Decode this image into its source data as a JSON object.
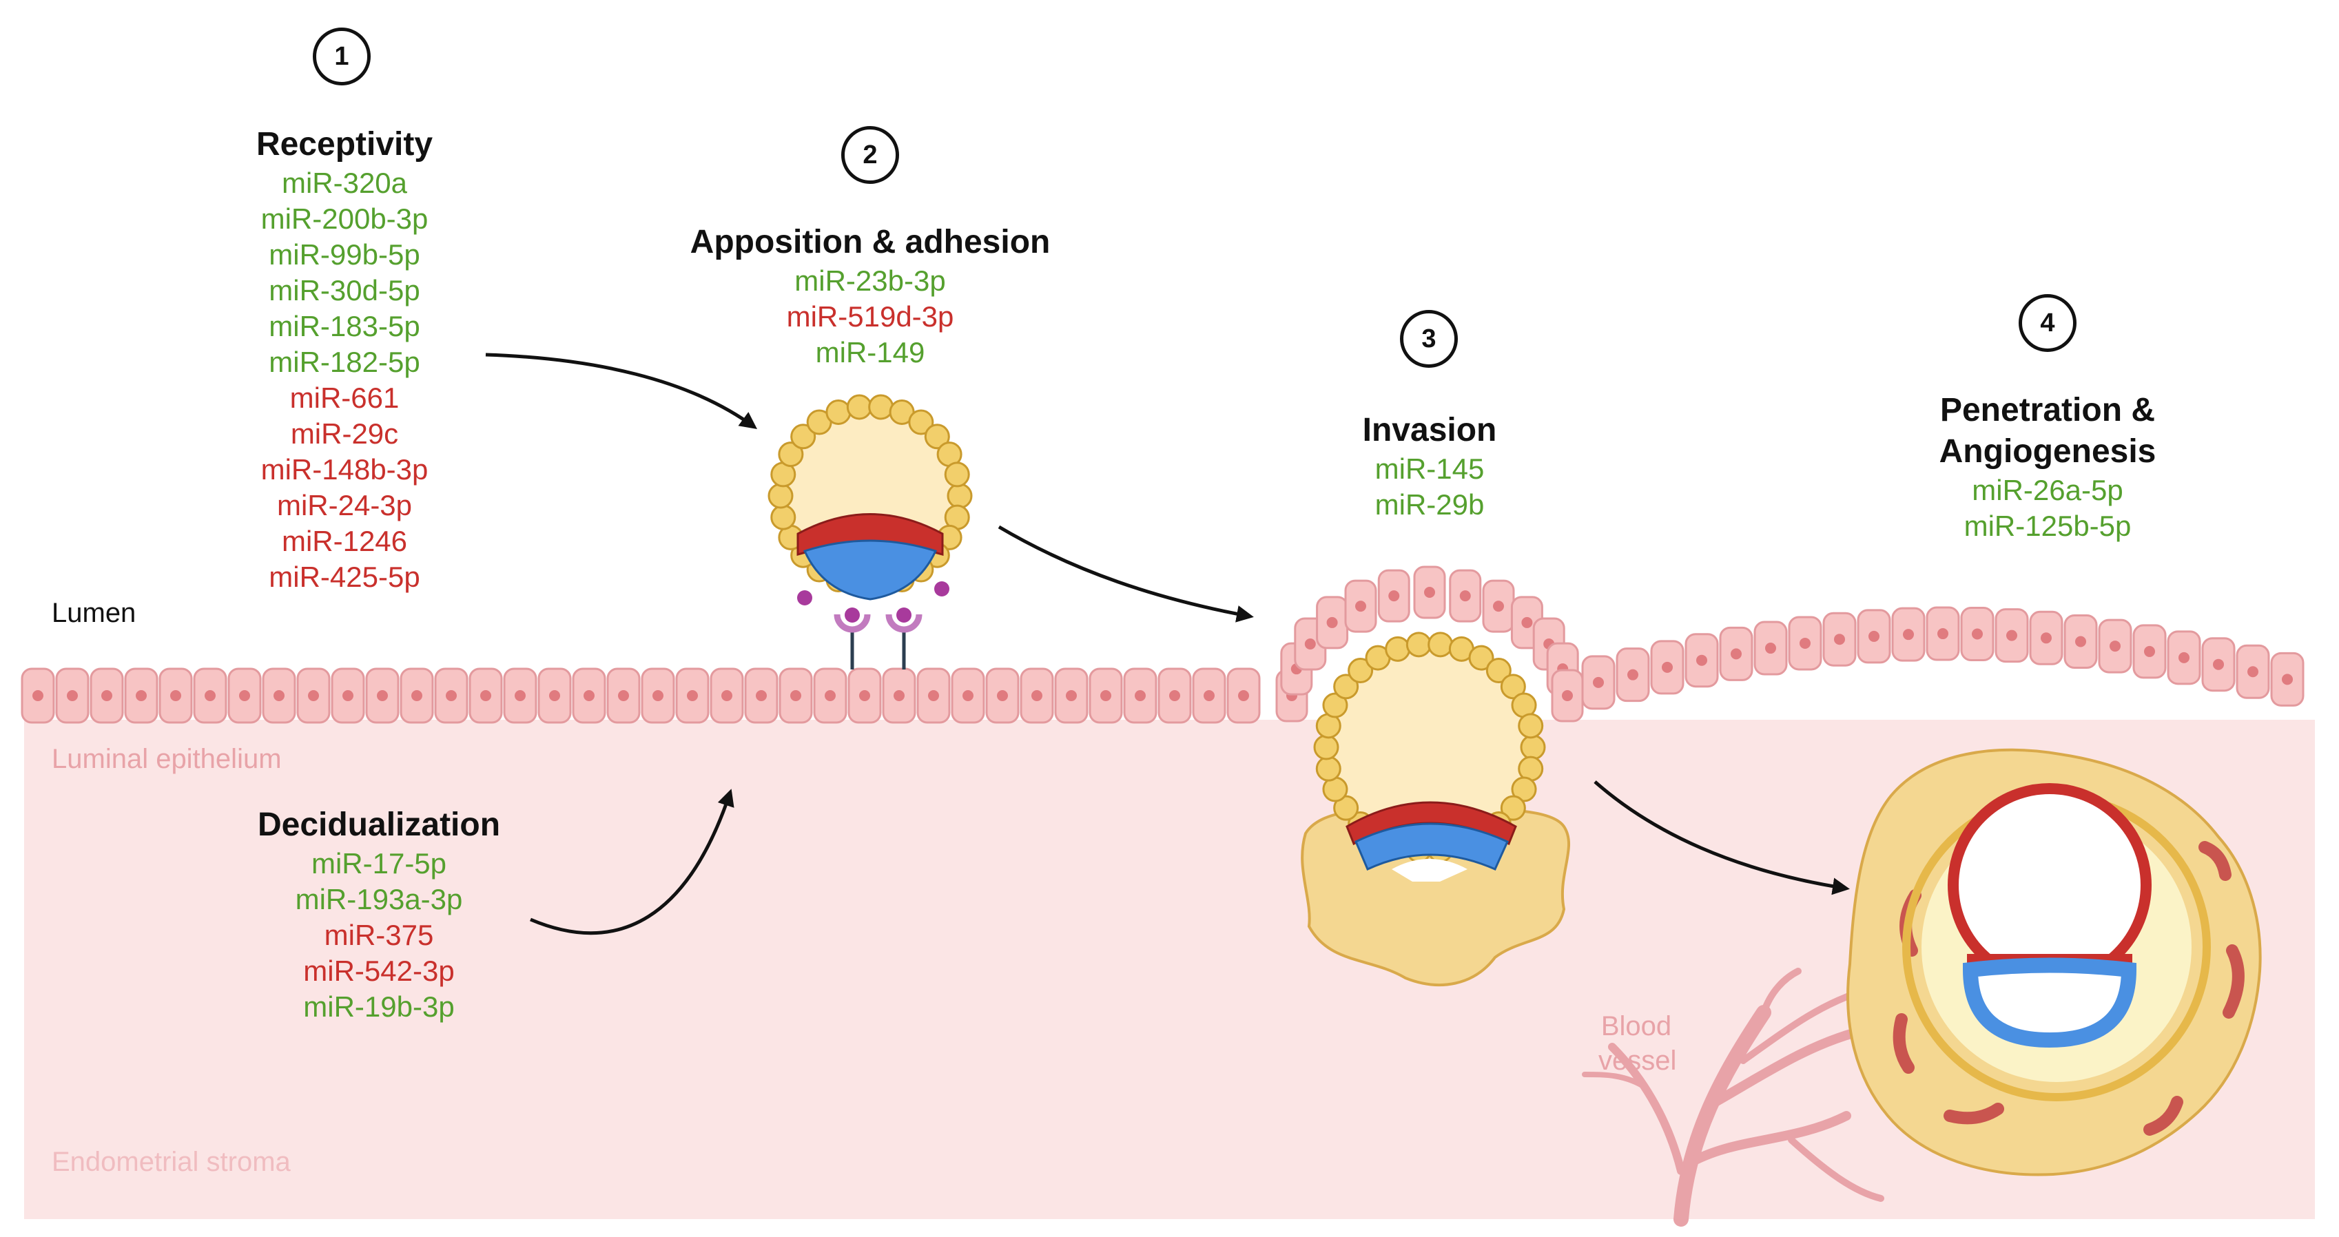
{
  "steps": [
    {
      "number": "1",
      "title": "Receptivity",
      "mirnas": [
        {
          "name": "miR-320a",
          "color": "green"
        },
        {
          "name": "miR-200b-3p",
          "color": "green"
        },
        {
          "name": "miR-99b-5p",
          "color": "green"
        },
        {
          "name": "miR-30d-5p",
          "color": "green"
        },
        {
          "name": "miR-183-5p",
          "color": "green"
        },
        {
          "name": "miR-182-5p",
          "color": "green"
        },
        {
          "name": "miR-661",
          "color": "red"
        },
        {
          "name": "miR-29c",
          "color": "red"
        },
        {
          "name": "miR-148b-3p",
          "color": "red"
        },
        {
          "name": "miR-24-3p",
          "color": "red"
        },
        {
          "name": "miR-1246",
          "color": "red"
        },
        {
          "name": "miR-425-5p",
          "color": "red"
        }
      ]
    },
    {
      "number": "2",
      "title": "Apposition & adhesion",
      "mirnas": [
        {
          "name": "miR-23b-3p",
          "color": "green"
        },
        {
          "name": "miR-519d-3p",
          "color": "red"
        },
        {
          "name": "miR-149",
          "color": "green"
        }
      ]
    },
    {
      "number": "3",
      "title": "Invasion",
      "mirnas": [
        {
          "name": "miR-145",
          "color": "green"
        },
        {
          "name": "miR-29b",
          "color": "green"
        }
      ]
    },
    {
      "number": "4",
      "title_line1": "Penetration &",
      "title_line2": "Angiogenesis",
      "mirnas": [
        {
          "name": "miR-26a-5p",
          "color": "green"
        },
        {
          "name": "miR-125b-5p",
          "color": "green"
        }
      ]
    }
  ],
  "decidualization": {
    "title": "Decidualization",
    "mirnas": [
      {
        "name": "miR-17-5p",
        "color": "green"
      },
      {
        "name": "miR-193a-3p",
        "color": "green"
      },
      {
        "name": "miR-375",
        "color": "red"
      },
      {
        "name": "miR-542-3p",
        "color": "red"
      },
      {
        "name": "miR-19b-3p",
        "color": "green"
      }
    ]
  },
  "regions": {
    "lumen": "Lumen",
    "luminal_epithelium": "Luminal epithelium",
    "endometrial_stroma": "Endometrial stroma",
    "blood_vessel_line1": "Blood",
    "blood_vessel_line2": "vessel"
  },
  "colors": {
    "upregulated": "#55a02e",
    "downregulated": "#c9302c",
    "stroma": "#fbe5e5",
    "epithelium_cell": "#f7c4c4",
    "trophectoderm": "#f2cf6b",
    "inner_cell_mass": "#c9302c",
    "hypoblast": "#4a90e2",
    "region_label": "#e8a3a8"
  }
}
